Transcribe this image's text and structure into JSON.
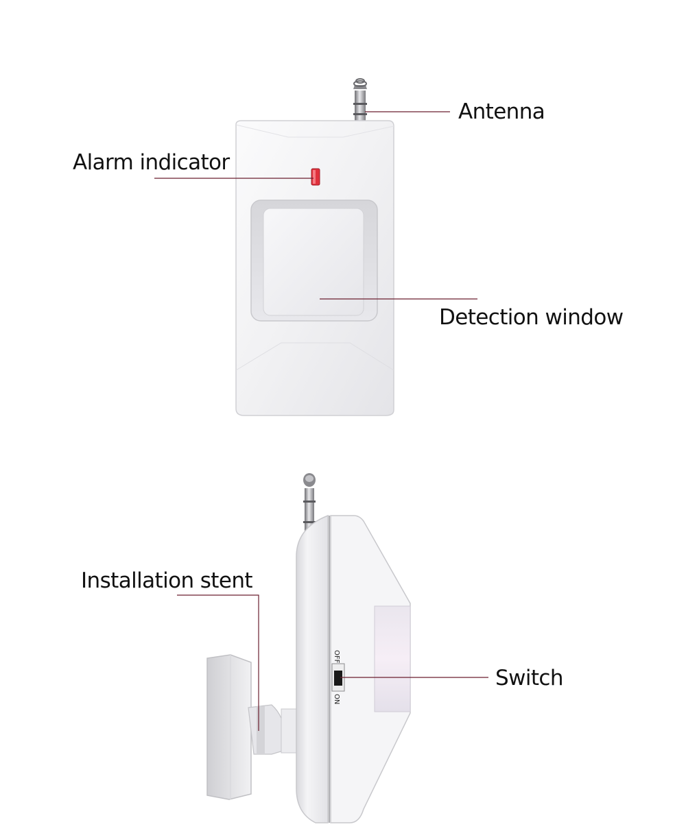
{
  "front_view": {
    "labels": {
      "antenna": "Antenna",
      "alarm_indicator": "Alarm indicator",
      "detection_window": "Detection window"
    }
  },
  "side_view": {
    "labels": {
      "installation_stent": "Installation stent",
      "switch": "Switch"
    },
    "switch_off_text": "OFF",
    "switch_on_text": "ON"
  },
  "colors": {
    "leader_line": "#6a1e2e",
    "led": "#e0303c",
    "device_body": "#f3f3f5"
  }
}
